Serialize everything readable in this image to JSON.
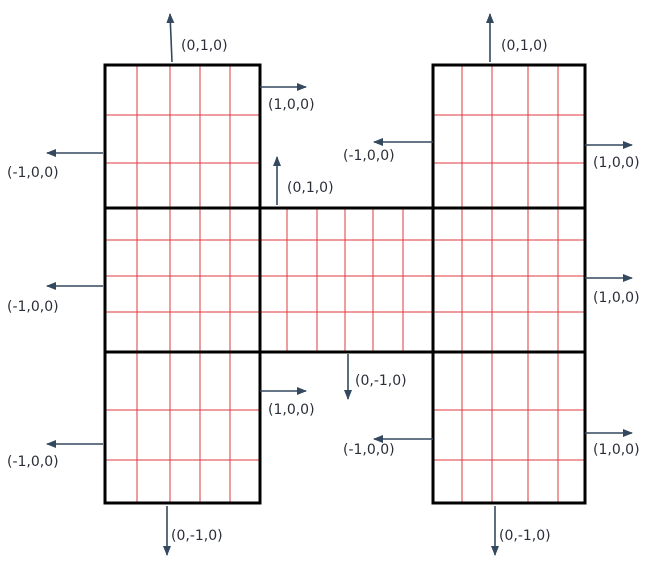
{
  "colors": {
    "mesh": "#e0393e",
    "outline": "#000000",
    "arrow": "#34495e",
    "label": "#2b2f3a"
  },
  "labels": {
    "top_left_up": "(0,1,0)",
    "top_left_right": "(1,0,0)",
    "top_right_up": "(0,1,0)",
    "top_right_left": "(-1,0,0)",
    "top_right_right": "(1,0,0)",
    "left_top": "(-1,0,0)",
    "bridge_up": "(0,1,0)",
    "left_mid": "(-1,0,0)",
    "right_mid": "(1,0,0)",
    "bridge_down": "(0,-1,0)",
    "bottom_left_right": "(1,0,0)",
    "left_bottom": "(-1,0,0)",
    "bottom_right_left": "(-1,0,0)",
    "bottom_right_right": "(1,0,0)",
    "bottom_left_down": "(0,-1,0)",
    "bottom_right_down": "(0,-1,0)"
  }
}
